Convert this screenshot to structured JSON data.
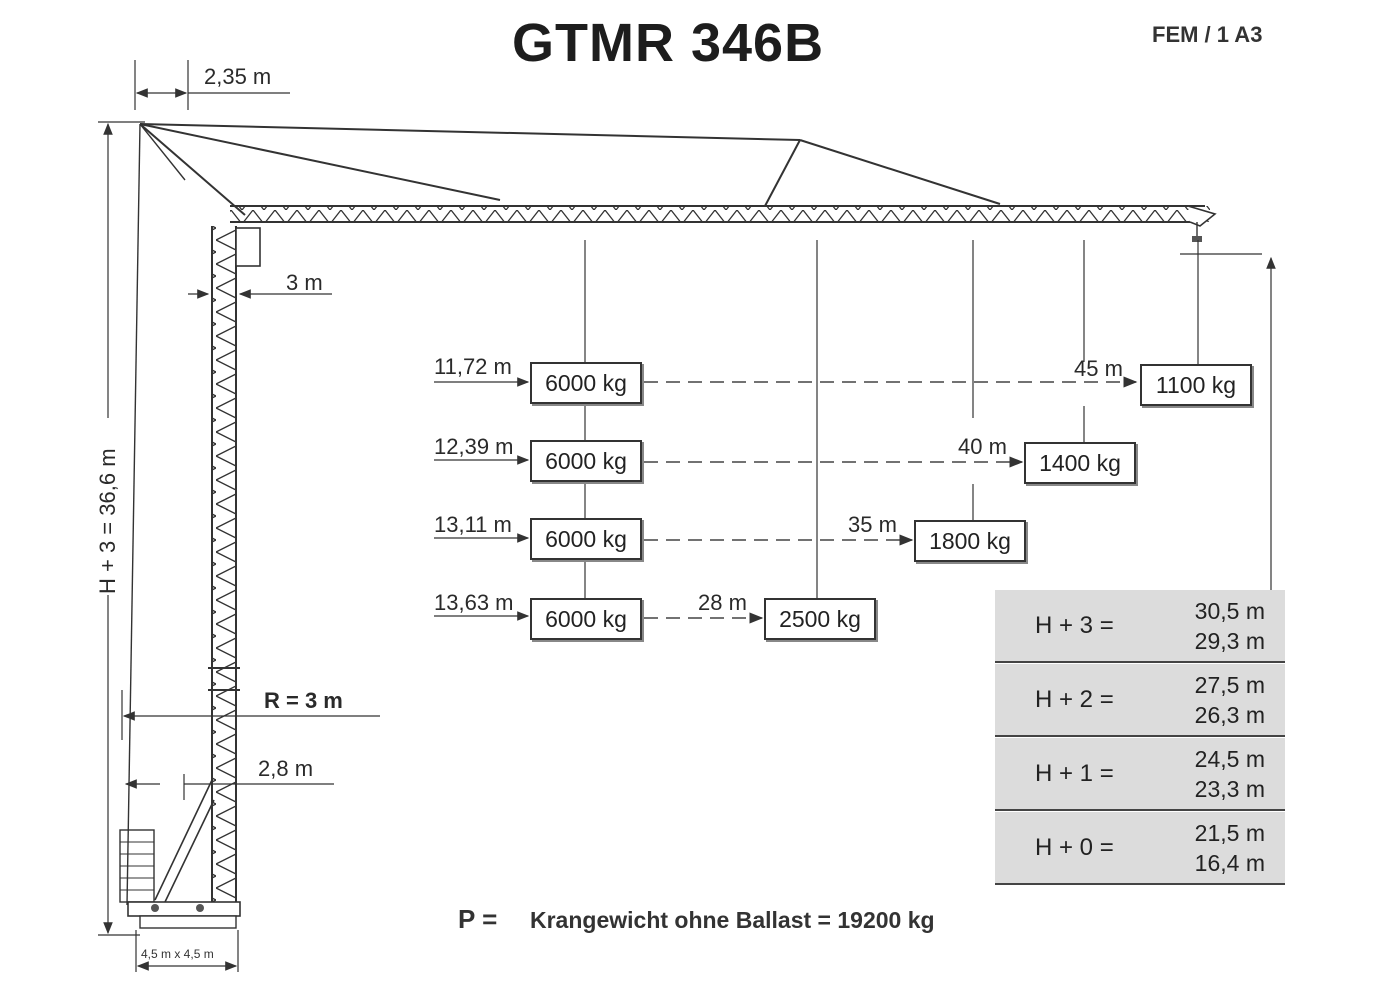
{
  "header": {
    "title": "GTMR 346B",
    "classification": "FEM / 1 A3"
  },
  "dimensions": {
    "top_offset": "2,35 m",
    "cab_offset": "3 m",
    "height_total": "H + 3 = 36,6 m",
    "radius": "R = 3 m",
    "mast_offset": "2,8 m",
    "base": "4,5 m x 4,5 m"
  },
  "load_rows": [
    {
      "near_radius": "11,72 m",
      "near_load": "6000 kg",
      "far_radius": "45 m",
      "far_load": "1100 kg"
    },
    {
      "near_radius": "12,39 m",
      "near_load": "6000 kg",
      "far_radius": "40 m",
      "far_load": "1400 kg"
    },
    {
      "near_radius": "13,11 m",
      "near_load": "6000 kg",
      "far_radius": "35 m",
      "far_load": "1800 kg"
    },
    {
      "near_radius": "13,63 m",
      "near_load": "6000 kg",
      "far_radius": "28 m",
      "far_load": "2500 kg"
    }
  ],
  "height_table": [
    {
      "label": "H + 3 =",
      "v1": "30,5 m",
      "v2": "29,3 m"
    },
    {
      "label": "H + 2 =",
      "v1": "27,5 m",
      "v2": "26,3 m"
    },
    {
      "label": "H + 1 =",
      "v1": "24,5 m",
      "v2": "23,3 m"
    },
    {
      "label": "H + 0 =",
      "v1": "21,5 m",
      "v2": "16,4 m"
    }
  ],
  "footer": {
    "symbol": "P =",
    "text": "Krangewicht ohne Ballast = 19200 kg"
  }
}
